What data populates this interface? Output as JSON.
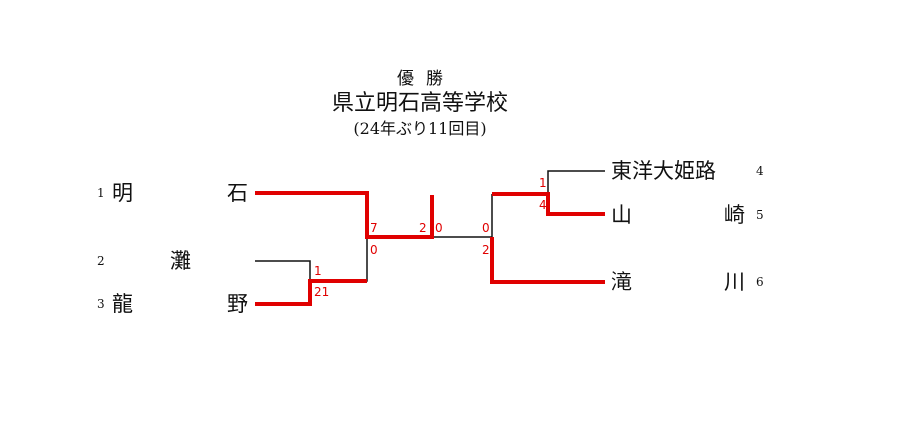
{
  "header": {
    "result_label": "優勝",
    "winner": "県立明石高等学校",
    "note": "(24年ぶり11回目)"
  },
  "teams": [
    {
      "seed": "1",
      "name_a": "明",
      "name_b": "石"
    },
    {
      "seed": "2",
      "name_a": "灘",
      "name_b": ""
    },
    {
      "seed": "3",
      "name_a": "龍",
      "name_b": "野"
    },
    {
      "seed": "4",
      "name_a": "東洋大姫路",
      "name_b": ""
    },
    {
      "seed": "5",
      "name_a": "山",
      "name_b": "崎"
    },
    {
      "seed": "6",
      "name_a": "滝",
      "name_b": "川"
    }
  ],
  "scores": {
    "r1_left_top": "1",
    "r1_left_bottom": "21",
    "r1_right_top": "1",
    "r1_right_bottom": "4",
    "semi_left_top": "7",
    "semi_left_bottom": "0",
    "semi_right_top": "0",
    "semi_right_bottom": "2",
    "final_left": "2",
    "final_right": "0"
  },
  "colors": {
    "winner_line": "#e00000",
    "loser_line": "#111111",
    "score_text": "#e00000"
  }
}
